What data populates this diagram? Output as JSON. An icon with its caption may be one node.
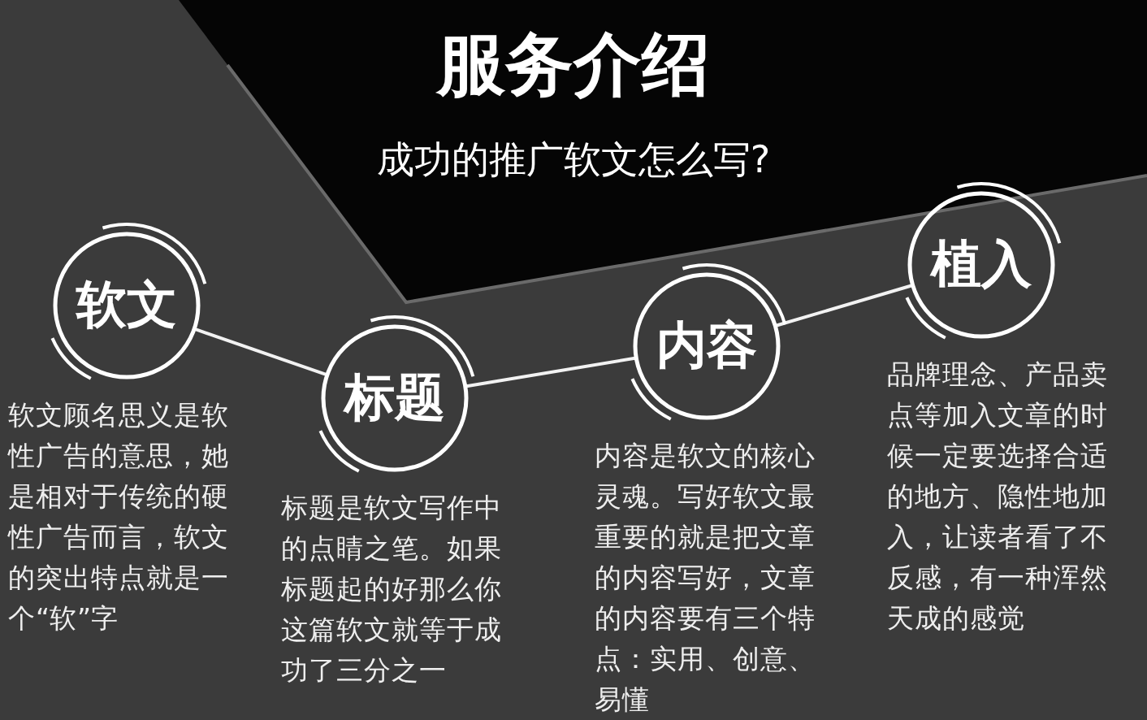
{
  "diagram": {
    "title": "服务介绍",
    "caption": "成功的推广软文怎么写?",
    "nodes": [
      {
        "text": [
          "软文"
        ],
        "beside": [
          "软文顾名思义是软性广告的意思，她是相对于传统的硬性广告而言，软文的突出特点就是一个“软”字"
        ]
      },
      {
        "text": [
          "标题"
        ],
        "beside": [
          "标题是软文写作中的点睛之笔。如果标题起的好那么你这篇软文就等于成功了三分之一"
        ]
      },
      {
        "text": [
          "内容"
        ],
        "beside": [
          "内容是软文的核心灵魂。写好软文最重要的就是把文章的内容写好，文章的内容要有三个特点：实用、创意、易懂"
        ]
      },
      {
        "text": [
          "植入"
        ],
        "beside": [
          "品牌理念、产品卖点等加入文章的时候一定要选择合适的地方、隐性地加入，让读者看了不反感，有一种浑然天成的感觉"
        ]
      }
    ],
    "edges": [
      {
        "from": 0,
        "to": 1,
        "arrow": "none"
      },
      {
        "from": 1,
        "to": 2,
        "arrow": "none"
      },
      {
        "from": 2,
        "to": 3,
        "arrow": "none"
      }
    ]
  }
}
